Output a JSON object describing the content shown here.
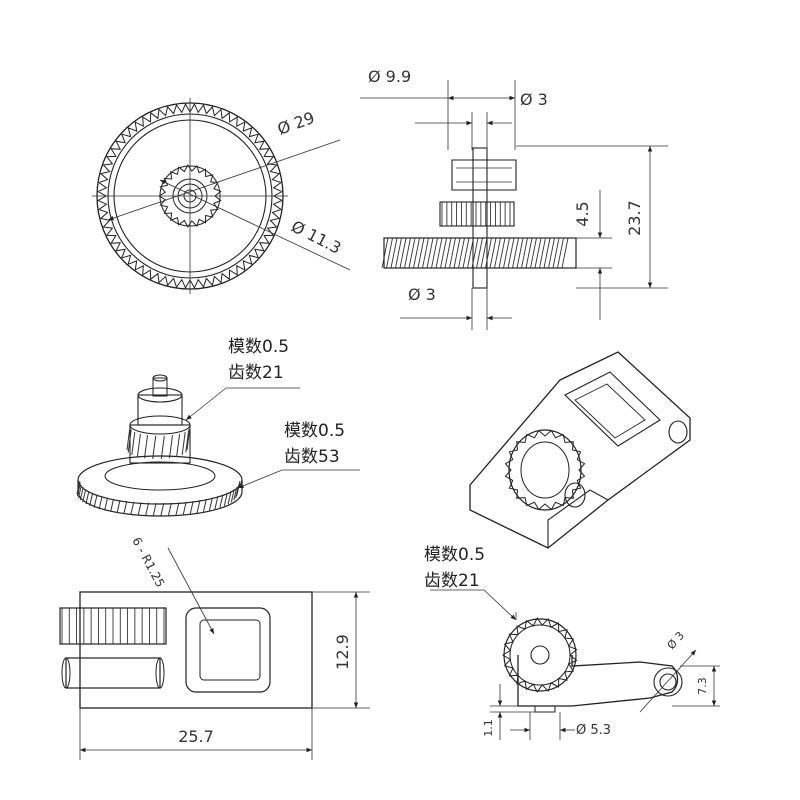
{
  "dimensions": {
    "d_9_9": "Ø 9.9",
    "d_3_top": "Ø 3",
    "d_29": "Ø 29",
    "d_11_3": "Ø 11.3",
    "h_4_5": "4.5",
    "h_23_7": "23.7",
    "d_3_bottom": "Ø 3",
    "r_1_25": "6 - R1.25",
    "h_12_9": "12.9",
    "w_25_7": "25.7",
    "d_3_arm": "Ø 3",
    "h_7_3": "7.3",
    "h_1_1": "1.1",
    "d_5_3": "Ø 5.3"
  },
  "annotations": {
    "small_gear": {
      "module": "模数0.5",
      "teeth": "齿数21"
    },
    "large_gear": {
      "module": "模数0.5",
      "teeth": "齿数53"
    },
    "arm_gear": {
      "module": "模数0.5",
      "teeth": "齿数21"
    }
  }
}
